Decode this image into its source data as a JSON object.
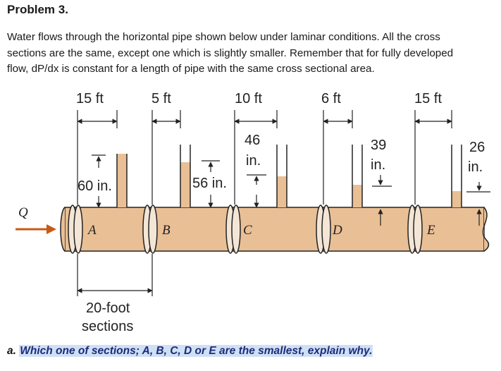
{
  "problem": {
    "title": "Problem 3.",
    "paragraph_lines": [
      "Water flows through the horizontal pipe shown below under laminar conditions. All the cross",
      "sections are the same, except one which is slightly smaller. Remember that for fully developed",
      "flow, dP/dx is constant for a length of pipe with the same cross sectional area."
    ]
  },
  "figure": {
    "flow_symbol": "Q",
    "lengths": [
      "15 ft",
      "5 ft",
      "10 ft",
      "6 ft",
      "15 ft"
    ],
    "heights": {
      "a": "60 in.",
      "b": "56 in.",
      "c_num": "46",
      "c_unit": "in.",
      "d_num": "39",
      "d_unit": "in.",
      "e_num": "26",
      "e_unit": "in."
    },
    "sections": [
      "A",
      "B",
      "C",
      "D",
      "E"
    ],
    "section_note_1": "20-foot",
    "section_note_2": "sections",
    "colors": {
      "pipe": "#e9bf95",
      "water": "#e9bf95",
      "arrow": "#c85a15",
      "line": "#222222"
    }
  },
  "question": {
    "label": "a.",
    "text": "Which one of sections; A, B, C, D or E are the smallest, explain why."
  }
}
